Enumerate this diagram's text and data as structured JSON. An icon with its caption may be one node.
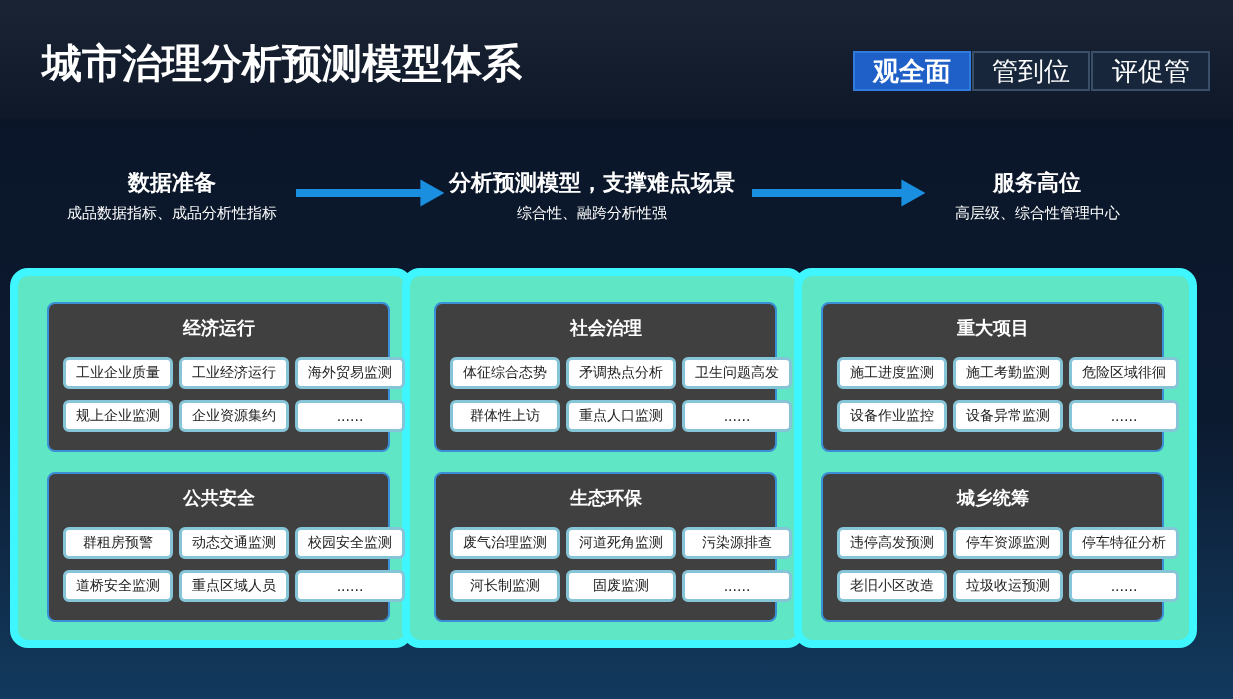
{
  "diagram": {
    "title": "城市治理分析预测模型体系",
    "nodes": [
      {
        "text": [
          "观全面"
        ]
      },
      {
        "text": [
          "管到位"
        ]
      },
      {
        "text": [
          "评促管"
        ]
      },
      {
        "text": [
          "数据准备",
          "成品数据指标、成品分析性指标"
        ]
      },
      {
        "text": [
          "分析预测模型，支撑难点场景",
          "综合性、融跨分析性强"
        ]
      },
      {
        "text": [
          "服务高位",
          "高层级、综合性管理中心"
        ]
      },
      {
        "text": [
          "经济运行"
        ]
      },
      {
        "text": [
          "工业企业质量"
        ],
        "in": 6
      },
      {
        "text": [
          "工业经济运行"
        ],
        "in": 6
      },
      {
        "text": [
          "海外贸易监测"
        ],
        "in": 6
      },
      {
        "text": [
          "规上企业监测"
        ],
        "in": 6
      },
      {
        "text": [
          "企业资源集约"
        ],
        "in": 6
      },
      {
        "text": [
          "......"
        ],
        "in": 6
      },
      {
        "text": [
          "社会治理"
        ]
      },
      {
        "text": [
          "体征综合态势"
        ],
        "in": 13
      },
      {
        "text": [
          "矛调热点分析"
        ],
        "in": 13
      },
      {
        "text": [
          "卫生问题高发"
        ],
        "in": 13
      },
      {
        "text": [
          "群体性上访"
        ],
        "in": 13
      },
      {
        "text": [
          "重点人口监测"
        ],
        "in": 13
      },
      {
        "text": [
          "......"
        ],
        "in": 13
      },
      {
        "text": [
          "重大项目"
        ]
      },
      {
        "text": [
          "施工进度监测"
        ],
        "in": 20
      },
      {
        "text": [
          "施工考勤监测"
        ],
        "in": 20
      },
      {
        "text": [
          "危险区域徘徊"
        ],
        "in": 20
      },
      {
        "text": [
          "设备作业监控"
        ],
        "in": 20
      },
      {
        "text": [
          "设备异常监测"
        ],
        "in": 20
      },
      {
        "text": [
          "......"
        ],
        "in": 20
      },
      {
        "text": [
          "公共安全"
        ]
      },
      {
        "text": [
          "群租房预警"
        ],
        "in": 27
      },
      {
        "text": [
          "动态交通监测"
        ],
        "in": 27
      },
      {
        "text": [
          "校园安全监测"
        ],
        "in": 27
      },
      {
        "text": [
          "道桥安全监测"
        ],
        "in": 27
      },
      {
        "text": [
          "重点区域人员"
        ],
        "in": 27
      },
      {
        "text": [
          "......"
        ],
        "in": 27
      },
      {
        "text": [
          "生态环保"
        ]
      },
      {
        "text": [
          "废气治理监测"
        ],
        "in": 34
      },
      {
        "text": [
          "河道死角监测"
        ],
        "in": 34
      },
      {
        "text": [
          "污染源排查"
        ],
        "in": 34
      },
      {
        "text": [
          "河长制监测"
        ],
        "in": 34
      },
      {
        "text": [
          "固废监测"
        ],
        "in": 34
      },
      {
        "text": [
          "......"
        ],
        "in": 34
      },
      {
        "text": [
          "城乡统筹"
        ]
      },
      {
        "text": [
          "违停高发预测"
        ],
        "in": 41
      },
      {
        "text": [
          "停车资源监测"
        ],
        "in": 41
      },
      {
        "text": [
          "停车特征分析"
        ],
        "in": 41
      },
      {
        "text": [
          "老旧小区改造"
        ],
        "in": 41
      },
      {
        "text": [
          "垃圾收运预测"
        ],
        "in": 41
      },
      {
        "text": [
          "......"
        ],
        "in": 41
      }
    ],
    "edges": [
      {
        "from": 3,
        "to": 4,
        "arrow": "to"
      },
      {
        "from": 4,
        "to": 5,
        "arrow": "to"
      }
    ]
  }
}
